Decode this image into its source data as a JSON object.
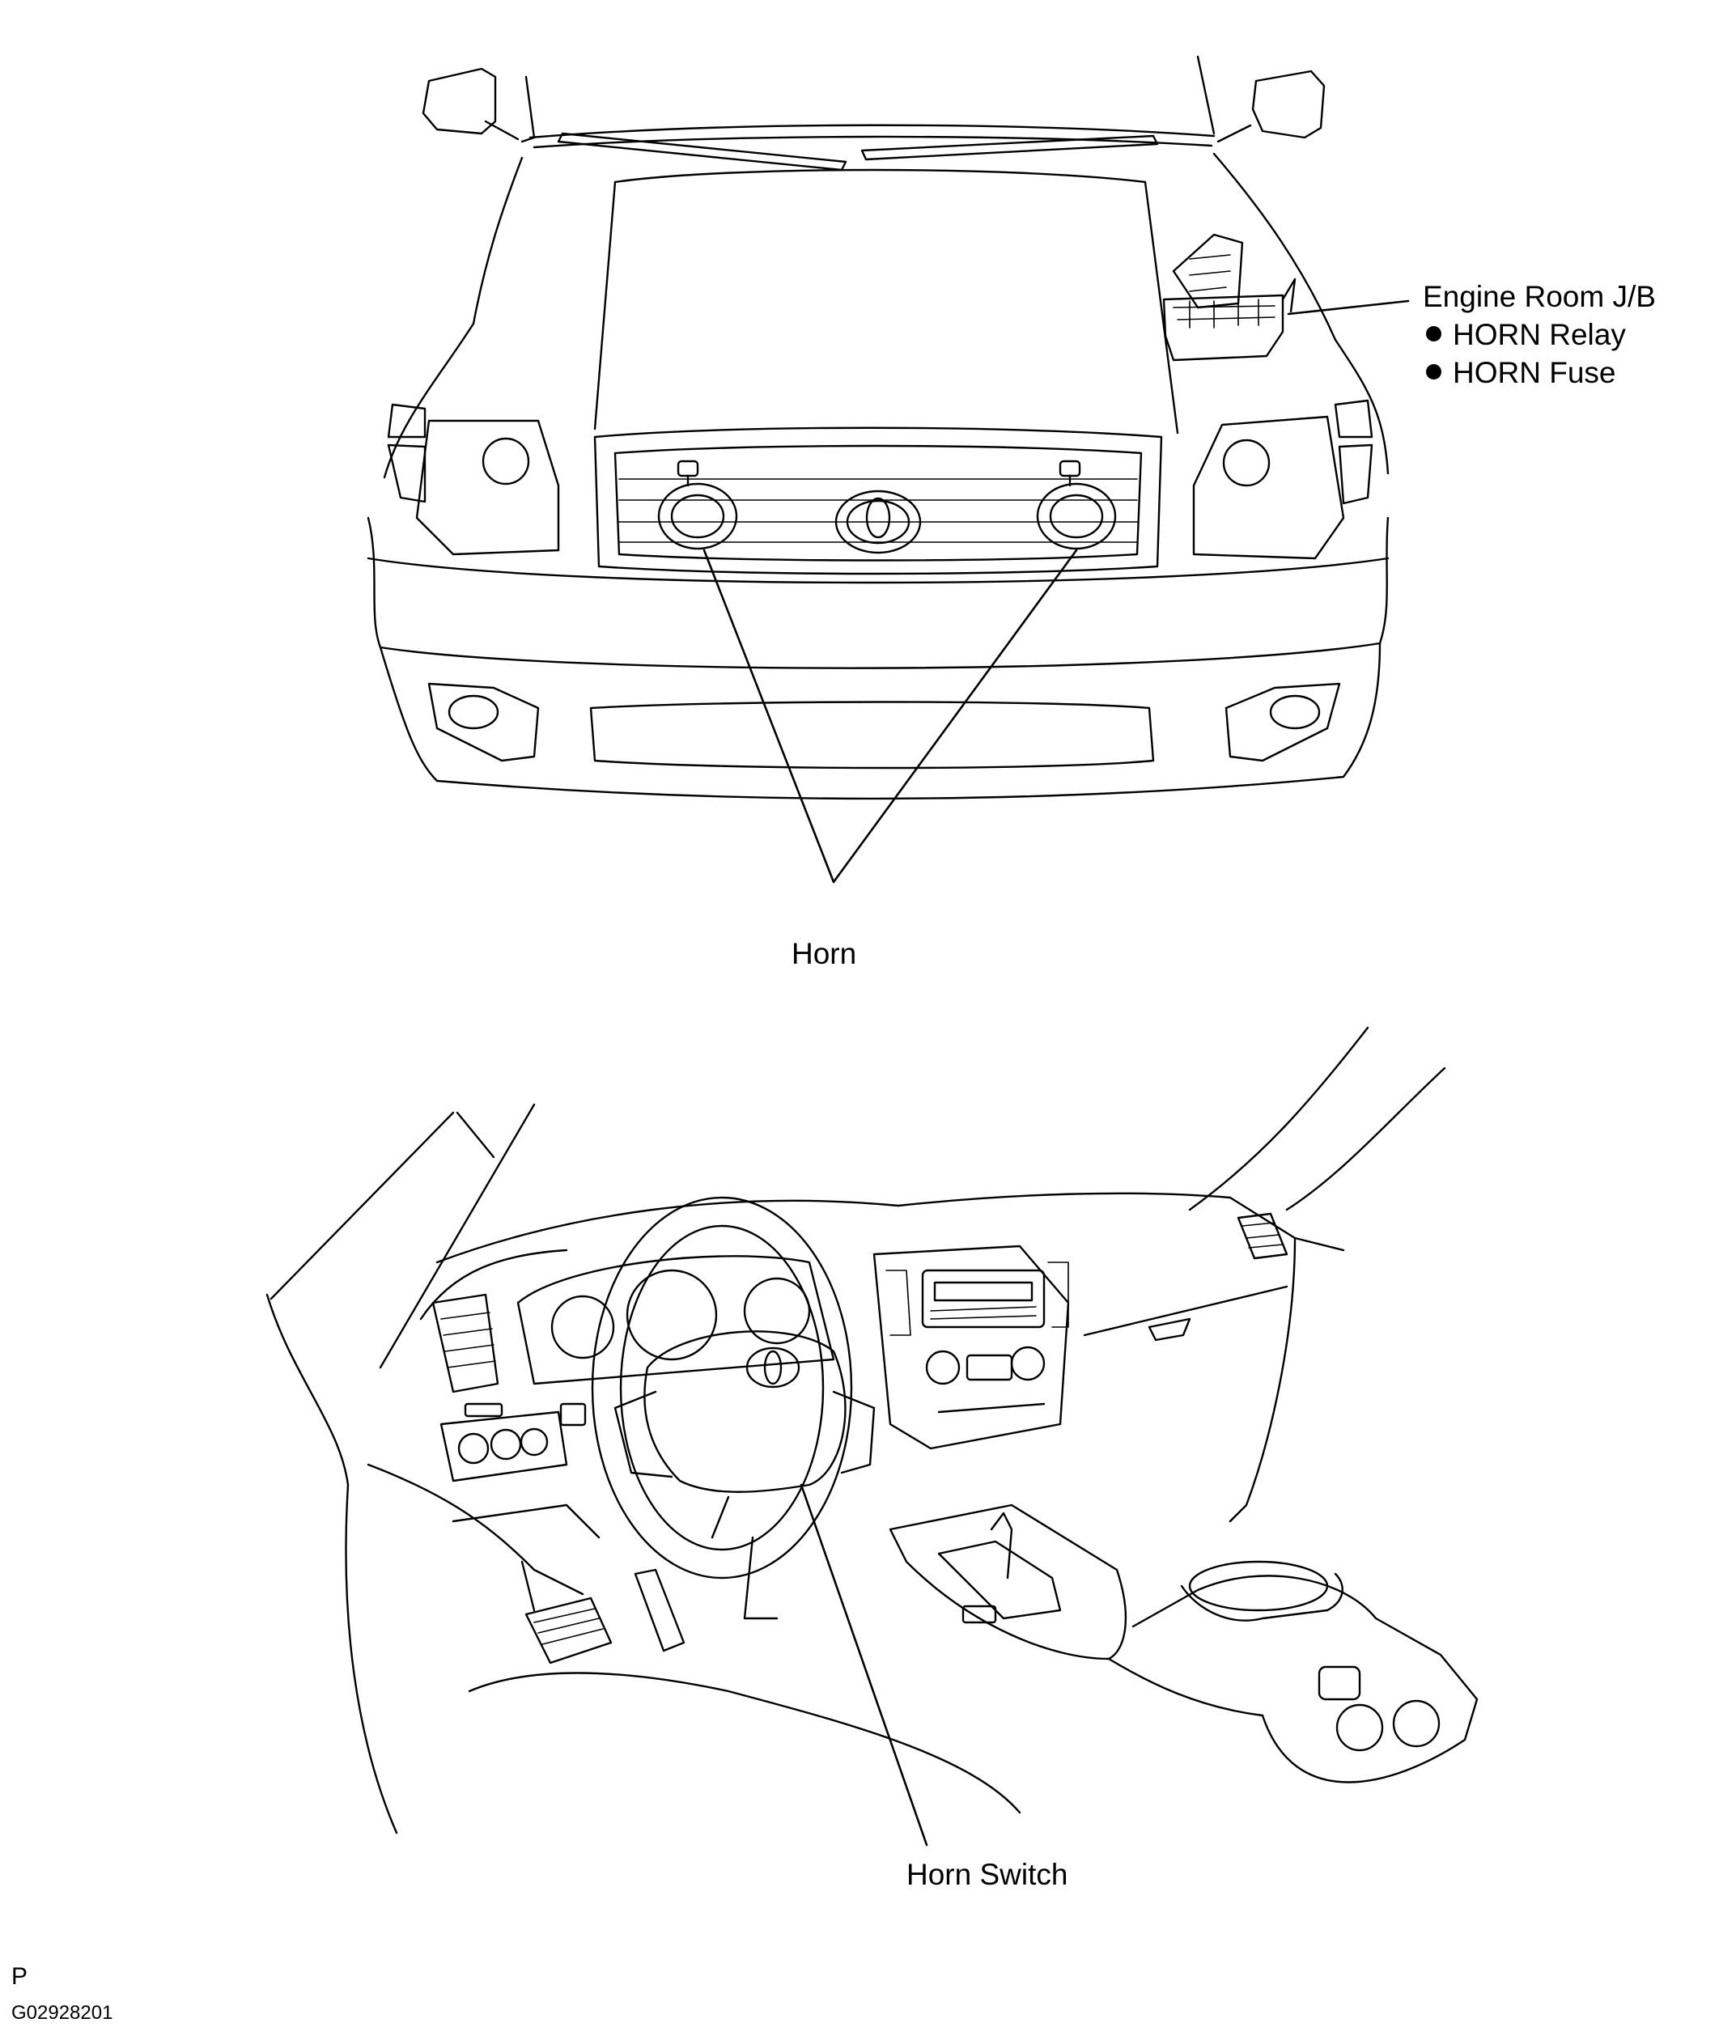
{
  "callouts": {
    "engine_room_jb": "Engine Room J/B",
    "horn_relay": "HORN Relay",
    "horn_fuse": "HORN Fuse",
    "horn": "Horn",
    "horn_switch": "Horn Switch"
  },
  "figure": {
    "letter": "P",
    "code": "G02928201"
  },
  "icons": {
    "bullet": "filled-circle-bullet"
  }
}
